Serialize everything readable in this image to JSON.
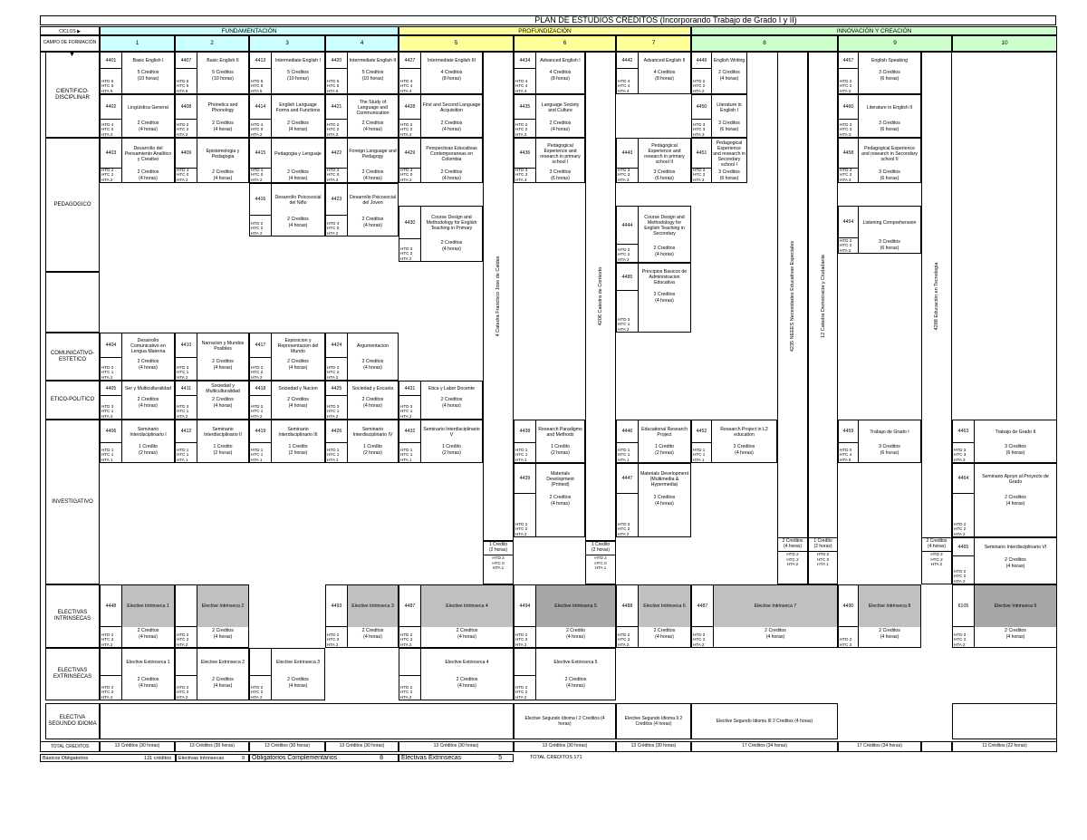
{
  "title": "PLAN DE ESTUDIOS CREDITOS (Incorporando Trabajo de Grado I y II)",
  "header": {
    "ciclos_label": "CICLOS ▶",
    "campo_label": "CAMPO DE FORMACIÓN",
    "cycles": [
      {
        "label": "FUNDAMENTACIÓN",
        "color": "#ccffff"
      },
      {
        "label": "PROFUNDIZACIÓN",
        "color": "#ffff99"
      },
      {
        "label": "INNOVACIÓN Y CREACIÓN",
        "color": "#ccffcc"
      }
    ],
    "semesters": [
      "1",
      "2",
      "3",
      "4",
      "5",
      "6",
      "7",
      "8",
      "9",
      "10"
    ],
    "arrow": "▼"
  },
  "fields": {
    "cientifico": "CIENTIFICO-DISCIPLINAR",
    "pedagogico": "PEDAGOGICO",
    "comunicativo": "COMUNICATIVO-ESTETICO",
    "etico": "ETICO-POLITICO",
    "investigativo": "INVESTIGATIVO",
    "el_intr": "ELECTIVAS INTRINSECAS",
    "el_extr": "ELECTIVAS EXTRINSECAS",
    "el_idioma": "ELECTIVA SEGUNDO IDIOMA",
    "total": "TOTAL CREDITOS"
  },
  "courses": {
    "c4401": {
      "code": "4401",
      "name": "Basic English I",
      "cred": "5 Creditos",
      "hrs": "(10 horas)",
      "h": [
        "HTD 5",
        "HTC 5",
        "HTA 5"
      ]
    },
    "c4407": {
      "code": "4407",
      "name": "Basic English II",
      "cred": "5 Creditos",
      "hrs": "(10 horas)",
      "h": [
        "HTD 5",
        "HTC 5",
        "HTA 5"
      ]
    },
    "c4413": {
      "code": "4413",
      "name": "Intermediate English I",
      "cred": "5 Creditos",
      "hrs": "(10 horas)",
      "h": [
        "HTD 5",
        "HTC 5",
        "HTA 5"
      ]
    },
    "c4420": {
      "code": "4420",
      "name": "Intermediate English II",
      "cred": "5 Creditos",
      "hrs": "(10 horas)",
      "h": [
        "HTD 5",
        "HTC 5",
        "HTA 5"
      ]
    },
    "c4427": {
      "code": "4427",
      "name": "Intermediate English III",
      "cred": "4 Creditos",
      "hrs": "(8 horas)",
      "h": [
        "HTD 4",
        "HTC 4",
        "HTA 4"
      ]
    },
    "c4434": {
      "code": "4434",
      "name": "Advanced English I",
      "cred": "4 Creditos",
      "hrs": "(8 horas)",
      "h": [
        "HTD 4",
        "HTC 4",
        "HTA 4"
      ]
    },
    "c4442": {
      "code": "4442",
      "name": "Advanced English II",
      "cred": "4 Creditos",
      "hrs": "(8 horas)",
      "h": [
        "HTD 4",
        "HTC 4",
        "HTA 4"
      ]
    },
    "c4449": {
      "code": "4449",
      "name": "English Writing",
      "cred": "2 Creditos",
      "hrs": "(4 horas)",
      "h": [
        "HTD 2",
        "HTC 2",
        "HTA 2"
      ]
    },
    "c4457": {
      "code": "4457",
      "name": "English Speaking",
      "cred": "3 Creditos",
      "hrs": "(6 horas)",
      "h": [
        "HTD 2",
        "HTC 2",
        "HTA 2"
      ]
    },
    "c4402": {
      "code": "4402",
      "name": "Lingüística General",
      "cred": "2 Creditos",
      "hrs": "(4 horas)",
      "h": [
        "HTD 4",
        "HTC 0",
        "HTA 2"
      ]
    },
    "c4408": {
      "code": "4408",
      "name": "Phonetics and Phonology",
      "cred": "2 Creditos",
      "hrs": "(4 horas)",
      "h": [
        "HTD 2",
        "HTC 2",
        "HTA 2"
      ]
    },
    "c4414": {
      "code": "4414",
      "name": "English Language Forms and Functions",
      "cred": "2 Creditos",
      "hrs": "(4 horas)",
      "h": [
        "HTD 4",
        "HTC 0",
        "HTA 2"
      ]
    },
    "c4421": {
      "code": "4421",
      "name": "The Study of Language and Communication",
      "cred": "2 Creditos",
      "hrs": "(4 horas)",
      "h": [
        "HTD 2",
        "HTC 2",
        "HTA 2"
      ]
    },
    "c4428": {
      "code": "4428",
      "name": "First and Second Language Acquisition",
      "cred": "2 Creditos",
      "hrs": "(4 horas)",
      "h": [
        "HTD 2",
        "HTC 2",
        "HTA 2"
      ]
    },
    "c4435": {
      "code": "4435",
      "name": "Language Society and Culture",
      "cred": "2 Creditos",
      "hrs": "(4 horas)",
      "h": [
        "HTD 2",
        "HTC 2",
        "HTA 2"
      ]
    },
    "c4450": {
      "code": "4450",
      "name": "Literature in English I",
      "cred": "3 Creditos",
      "hrs": "(6 horas)",
      "h": [
        "HTD 3",
        "HTC 3",
        "HTA 3"
      ]
    },
    "c4460": {
      "code": "4460",
      "name": "Literature in English II",
      "cred": "3 Creditos",
      "hrs": "(6 horas)",
      "h": [
        "HTD 3",
        "HTC 3",
        "HTA 3"
      ]
    },
    "c4403": {
      "code": "4403",
      "name": "Desarrollo del Pensamiento Analítico y Creativo",
      "cred": "2 Creditos",
      "hrs": "(4 horas)",
      "h": [
        "HTD 2",
        "HTC 2",
        "HTA 2"
      ]
    },
    "c4409": {
      "code": "4409",
      "name": "Epistemologia y Pedagogia",
      "cred": "2 Creditos",
      "hrs": "(4 horas)",
      "h": [
        "HTD 4",
        "HTC 0",
        "HTA 2"
      ]
    },
    "c4415": {
      "code": "4415",
      "name": "Pedagogia y Lenguaje",
      "cred": "2 Creditos",
      "hrs": "(4 horas)",
      "h": [
        "HTD 4",
        "HTC 0",
        "HTA 2"
      ]
    },
    "c4422": {
      "code": "4422",
      "name": "Foreign Language and Pedagogy",
      "cred": "2 Creditos",
      "hrs": "(4 horas)",
      "h": [
        "HTD 4",
        "HTC 0",
        "HTA 2"
      ]
    },
    "c4429": {
      "code": "4429",
      "name": "Perspectivas Educativas Contemporaneas en Colombia",
      "cred": "2 Creditos",
      "hrs": "(4 horas)",
      "h": [
        "HTD 4",
        "HTC 0",
        "HTA 2"
      ]
    },
    "c4436": {
      "code": "4436",
      "name": "Pedagogical Experience and research in primary school I",
      "cred": "3 Creditos",
      "hrs": "(6 horas)",
      "h": [
        "HTD 3",
        "HTC 3",
        "HTA 3"
      ]
    },
    "c4443": {
      "code": "4443",
      "name": "Pedagogical Experience and research in primary school II",
      "cred": "3 Creditos",
      "hrs": "(6 horas)",
      "h": [
        "HTD 3",
        "HTC 3",
        "HTA 3"
      ]
    },
    "c4451": {
      "code": "4451",
      "name": "Pedagogical Experience and research in Secondary school I",
      "cred": "3 Creditos",
      "hrs": "(6 horas)",
      "h": [
        "HTD 3",
        "HTC 3",
        "HTA 3"
      ]
    },
    "c4458": {
      "code": "4458",
      "name": "Pedagogical Experience and research in Secondary school II",
      "cred": "3 Creditos",
      "hrs": "(6 horas)",
      "h": [
        "HTD 3",
        "HTC 3",
        "HTA 3"
      ]
    },
    "c4416": {
      "code": "4416",
      "name": "Desarrollo Psicosocial del Niño",
      "cred": "2 Creditos",
      "hrs": "(4 horas)",
      "h": [
        "HTD 2",
        "HTC 2",
        "HTA 2"
      ]
    },
    "c4423": {
      "code": "4423",
      "name": "Desarrollo Psicosocial del Joven",
      "cred": "2 Creditos",
      "hrs": "(4 horas)",
      "h": [
        "HTD 4",
        "HTC 0",
        "HTA 2"
      ]
    },
    "c4430": {
      "code": "4430",
      "name": "Course Design and Methodology for English Teaching in Primary",
      "cred": "2 Creditos",
      "hrs": "(4 horas)",
      "h": [
        "HTD 2",
        "HTC 2",
        "HTA 2"
      ]
    },
    "c4444": {
      "code": "4444",
      "name": "Course Design and Methodology for English Teaching in Secondary",
      "cred": "2 Creditos",
      "hrs": "(4 horas)",
      "h": [
        "HTD 2",
        "HTC 2",
        "HTA 2"
      ]
    },
    "c4454": {
      "code": "4454",
      "name": "Listening Comprehension",
      "cred": "3 Creditos",
      "hrs": "(6 horas)",
      "h": [
        "HTD 2",
        "HTC 2",
        "HTA 2"
      ]
    },
    "c4485": {
      "code": "4485",
      "name": "Principios Basicos de Administracion Educativa",
      "cred": "2 Creditos",
      "hrs": "(4 horas)",
      "h": [
        "HTD 3",
        "HTC 1",
        "HTA 2"
      ]
    },
    "c4404": {
      "code": "4404",
      "name": "Desarrollo Comunicativo en Lengua Materna",
      "cred": "2 Creditos",
      "hrs": "(4 horas)",
      "h": [
        "HTD 3",
        "HTC 1",
        "HTA 2"
      ]
    },
    "c4410": {
      "code": "4410",
      "name": "Narracion y Mundos Posibles",
      "cred": "2 Creditos",
      "hrs": "(4 horas)",
      "h": [
        "HTD 3",
        "HTC 1",
        "HTA 2"
      ]
    },
    "c4417": {
      "code": "4417",
      "name": "Exposicion y Representacion del Mundo",
      "cred": "2 Creditos",
      "hrs": "(4 horas)",
      "h": [
        "HTD 2",
        "HTC 2",
        "HTA 2"
      ]
    },
    "c4424": {
      "code": "4424",
      "name": "Argumentacion",
      "cred": "2 Creditos",
      "hrs": "(4 horas)",
      "h": [
        "HTD 2",
        "HTC 2",
        "HTA 2"
      ]
    },
    "c4405": {
      "code": "4405",
      "name": "Ser y Multiculturalidad",
      "cred": "2 Creditos",
      "hrs": "(4 horas)",
      "h": [
        "HTD 3",
        "HTC 1",
        "HTA 2"
      ]
    },
    "c4411": {
      "code": "4411",
      "name": "Sociedad y Multiculturalidad",
      "cred": "2 Creditos",
      "hrs": "(4 horas)",
      "h": [
        "HTD 3",
        "HTC 1",
        "HTA 2"
      ]
    },
    "c4418": {
      "code": "4418",
      "name": "Sociedad y Nacion",
      "cred": "2 Creditos",
      "hrs": "(4 horas)",
      "h": [
        "HTD 3",
        "HTC 1",
        "HTA 2"
      ]
    },
    "c4425": {
      "code": "4425",
      "name": "Sociedad y Escuela",
      "cred": "2 Creditos",
      "hrs": "(4 horas)",
      "h": [
        "HTD 3",
        "HTC 1",
        "HTA 2"
      ]
    },
    "c4431": {
      "code": "4431",
      "name": "Etica y Labor Docente",
      "cred": "2 Creditos",
      "hrs": "(4 horas)",
      "h": [
        "HTD 3",
        "HTC 1",
        "HTA 2"
      ]
    },
    "c4406": {
      "code": "4406",
      "name": "Seminario Interdisciplinario I",
      "cred": "1 Credito",
      "hrs": "(2 horas)",
      "h": [
        "HTD 1",
        "HTC 1",
        "HTA 1"
      ]
    },
    "c4412": {
      "code": "4412",
      "name": "Seminario Interdisciplinario II",
      "cred": "1 Credito",
      "hrs": "(2 horas)",
      "h": [
        "HTD 1",
        "HTC 1",
        "HTA 1"
      ]
    },
    "c4419": {
      "code": "4419",
      "name": "Seminario Interdisciplinario III",
      "cred": "1 Credito",
      "hrs": "(2 horas)",
      "h": [
        "HTD 1",
        "HTC 1",
        "HTA 1"
      ]
    },
    "c4426": {
      "code": "4426",
      "name": "Seminario Interdisciplinario IV",
      "cred": "1 Credito",
      "hrs": "(2 horas)",
      "h": [
        "HTD 1",
        "HTC 1",
        "HTA 1"
      ]
    },
    "c4432": {
      "code": "4432",
      "name": "Seminario Interdisciplinario V",
      "cred": "1 Credito",
      "hrs": "(2 horas)",
      "h": [
        "HTD 1",
        "HTC 1",
        "HTA 1"
      ]
    },
    "c4438": {
      "code": "4438",
      "name": "Research Paradigms and Methods",
      "cred": "1 Credito",
      "hrs": "(2 horas)",
      "h": [
        "HTD 1",
        "HTC 1",
        "HTA 1"
      ]
    },
    "c4446": {
      "code": "4446",
      "name": "Educational Research Project",
      "cred": "1 Credito",
      "hrs": "(2 horas)",
      "h": [
        "HTD 1",
        "HTC 1",
        "HTA 1"
      ]
    },
    "c4452": {
      "code": "4452",
      "name": "Research Project in L2 education",
      "cred": "2 Creditos",
      "hrs": "(4 horas)",
      "h": [
        "HTD 1",
        "HTC 1",
        "HTA 1"
      ]
    },
    "c4459": {
      "code": "4459",
      "name": "Trabajo de Grado I",
      "cred": "3 Creditos",
      "hrs": "(6 horas)",
      "h": [
        "HTD 0",
        "HTC 4",
        "HTA 5"
      ]
    },
    "c4463": {
      "code": "4463",
      "name": "Trabajo de Grado II",
      "cred": "3 Creditos",
      "hrs": "(6 horas)",
      "h": [
        "HTD 3",
        "HTC 3",
        "HTA 3"
      ]
    },
    "c4439": {
      "code": "4439",
      "name": "Materials Development (Printed)",
      "cred": "2 Creditos",
      "hrs": "(4 horas)",
      "h": [
        "HTD 2",
        "HTC 2",
        "HTA 2"
      ]
    },
    "c4447": {
      "code": "4447",
      "name": "Materials Development (Multimedia & Hypermedia)",
      "cred": "2 Creditos",
      "hrs": "(4 horas)",
      "h": [
        "HTD 2",
        "HTC 2",
        "HTA 2"
      ]
    },
    "c4464": {
      "code": "4464",
      "name": "Seminario Apoyo al Proyecto de Grado",
      "cred": "2 Creditos",
      "hrs": "(4 horas)",
      "h": [
        "HTD 2",
        "HTC 2",
        "HTA 2"
      ]
    },
    "c4465": {
      "code": "4465",
      "name": "Seminario Interdisciplinario VI",
      "cred": "2 Creditos",
      "hrs": "(4 horas)",
      "h": [
        "HTD 2",
        "HTC 2",
        "HTA 2"
      ]
    },
    "c4448": {
      "code": "4448",
      "name": "Elective Intrinseca 1",
      "cred": "2 Creditos",
      "hrs": "(4 horas)",
      "h": [
        "HTD 2",
        "HTC 2",
        "HTA 2"
      ]
    },
    "cei2": {
      "code": "",
      "name": "Elective Intrinseca 2",
      "cred": "2 Creditos",
      "hrs": "(4 horas)",
      "h": [
        "HTD 2",
        "HTC 2",
        "HTA 2"
      ]
    },
    "c4493": {
      "code": "4493",
      "name": "Elective Intrinseca 3",
      "cred": "2 Creditos",
      "hrs": "(4 horas)",
      "h": [
        "HTD 2",
        "HTC 2",
        "HTA 2"
      ]
    },
    "c4487a": {
      "code": "4487",
      "name": "Elective Intrinseca 4",
      "cred": "2 Creditos",
      "hrs": "(4 horas)",
      "h": [
        "HTD 2",
        "HTC 2",
        "HTA 2"
      ]
    },
    "c4494": {
      "code": "4494",
      "name": "Elective Intrinseca 5",
      "cred": "2 Credito",
      "hrs": "(4 horas)",
      "h": [
        "HTD 2",
        "HTC 2",
        "HTA 2"
      ]
    },
    "c4488": {
      "code": "4488",
      "name": "Elective Intrinseca 6",
      "cred": "2 Creditos",
      "hrs": "(4 horas)",
      "h": [
        "HTD 2",
        "HTC 2",
        "HTA 2"
      ]
    },
    "c4487b": {
      "code": "4487",
      "name": "Elective Intrinseca 7",
      "cred": "2 Creditos",
      "hrs": "(4 horas)",
      "h": [
        "HTD 2",
        "HTC 2",
        "HTA 2"
      ]
    },
    "c4490": {
      "code": "4490",
      "name": "Elective Intrinseca 8",
      "cred": "2 Creditos",
      "hrs": "(4 horas)",
      "h": [
        "HTD 2",
        "HTC 2",
        ""
      ]
    },
    "c6105": {
      "code": "6105",
      "name": "Elective Intrinseca 9",
      "cred": "2 Creditos",
      "hrs": "(4 horas)",
      "h": [
        "HTD 2",
        "HTC 2",
        "HTA 2"
      ]
    },
    "ee1": {
      "code": "",
      "name": "Elective Extrinseca 1",
      "cred": "2 Creditos",
      "hrs": "(4 horas)",
      "h": [
        "HTD 2",
        "HTC 2",
        "HTA 2"
      ]
    },
    "ee2": {
      "code": "",
      "name": "Elective Extrinseca 2",
      "cred": "2 Creditos",
      "hrs": "(4 horas)",
      "h": [
        "HTD 2",
        "HTC 2",
        "HTA 2"
      ]
    },
    "ee3": {
      "code": "",
      "name": "Elective Extrinseca 3",
      "cred": "2 Creditos",
      "hrs": "(4 horas)",
      "h": [
        "HTD 2",
        "HTC 2",
        "HTA 2"
      ]
    },
    "ee4": {
      "code": "",
      "name": "Elective Extrinseca 4",
      "cred": "2 Creditos",
      "hrs": "(4 horas)",
      "h": [
        "HTD 2",
        "HTC 2",
        "HTA 2"
      ]
    },
    "ee5": {
      "code": "",
      "name": "Elective Extrinseca 5",
      "cred": "2 Creditos",
      "hrs": "(4 horas)",
      "h": [
        "HTD 2",
        "HTC 2",
        "HTA 2"
      ]
    }
  },
  "vertical": {
    "catedra_caldas": "4    Catedra  Francisco Jose de Caldas",
    "catedra_contexto": "4206    Catedra de Contexto",
    "neees": "4235    NEEES Necesidades Educativas Especiales",
    "democracia": "12    Catedra Democracia y Ciudadania",
    "tecnologia": "4288    Educación en Tecnologia"
  },
  "side_credits": {
    "caldas": {
      "cred": "1 Credito",
      "hrs": "(2 horas)",
      "h": [
        "HTD 2",
        "HTC 0",
        "HTA 1"
      ]
    },
    "contexto": {
      "cred": "1 Credito",
      "hrs": "(2 horas)",
      "h": [
        "HTD 2",
        "HTC 0",
        "HTA 1"
      ]
    },
    "neees": {
      "cred": "2 Creditos",
      "hrs": "(4 horas)",
      "h": [
        "HTD 2",
        "HTC 2",
        "HTA 2"
      ]
    },
    "democracia": {
      "cred": "1 Credito",
      "hrs": "(2 horas)",
      "h": [
        "HTD 2",
        "HTC 0",
        "HTA 1"
      ]
    },
    "tecnologia": {
      "cred": "2 Creditos",
      "hrs": "(4 horas)",
      "h": [
        "HTD 2",
        "HTC 2",
        "HTA 2"
      ]
    }
  },
  "segundo_idioma": [
    {
      "text": "Elective Segundo  Idioma I 2 Creditos (4 horas)"
    },
    {
      "text": "Elective Segundo Idioma II 2 Creditos (4 horas)"
    },
    {
      "text": "Elective Segundo Idioma III 2 Creditos (4 horas)"
    }
  ],
  "totals": [
    "13 Créditos (30 horas)",
    "13 Créditos (30 horas)",
    "13 Créditos (30 horas)",
    "13 Créditos (30 horas)",
    "13 Créditos (30 horas)",
    "13 Créditos (30 horas)",
    "13 Créditos (30 horas)",
    "17 Créditos (34 horas)",
    "17 Créditos (34 horas)",
    "11 Créditos (22 horas)"
  ],
  "summary": {
    "basicos_label": "Básicos Obligatorios",
    "basicos_val": "131 créditos",
    "intr_label": "Electivas Intrinsecas",
    "intr_val": "9",
    "compl_label": "Obligatorios Complementarios",
    "compl_val": "8",
    "extr_label": "Electivas Extrinsecas",
    "extr_val": "5",
    "total_label": "TOTAL CREDITOS 171"
  }
}
